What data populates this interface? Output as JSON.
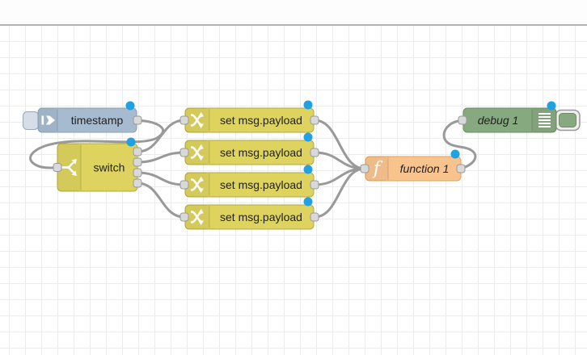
{
  "workspace": {
    "background": "#ffffff",
    "grid_color": "#ececec",
    "wire_color": "#999999",
    "unsaved_dot_color": "#1fa2e3"
  },
  "nodes": {
    "inject": {
      "label": "timestamp",
      "color": "#a6bbcf",
      "border": "#8ba0b2"
    },
    "switch": {
      "label": "switch",
      "color": "#ddd35e",
      "border": "#b1a83f",
      "outputs": 4
    },
    "change_color": "#ddd35e",
    "change_border": "#b1a83f",
    "changes": [
      {
        "label": "set msg.payload"
      },
      {
        "label": "set msg.payload"
      },
      {
        "label": "set msg.payload"
      },
      {
        "label": "set msg.payload"
      }
    ],
    "function": {
      "label": "function 1",
      "color": "#f9c38e",
      "border": "#dba25e",
      "icon_glyph": "f"
    },
    "debug": {
      "label": "debug 1",
      "color": "#87a980",
      "border": "#6e8a66"
    }
  }
}
